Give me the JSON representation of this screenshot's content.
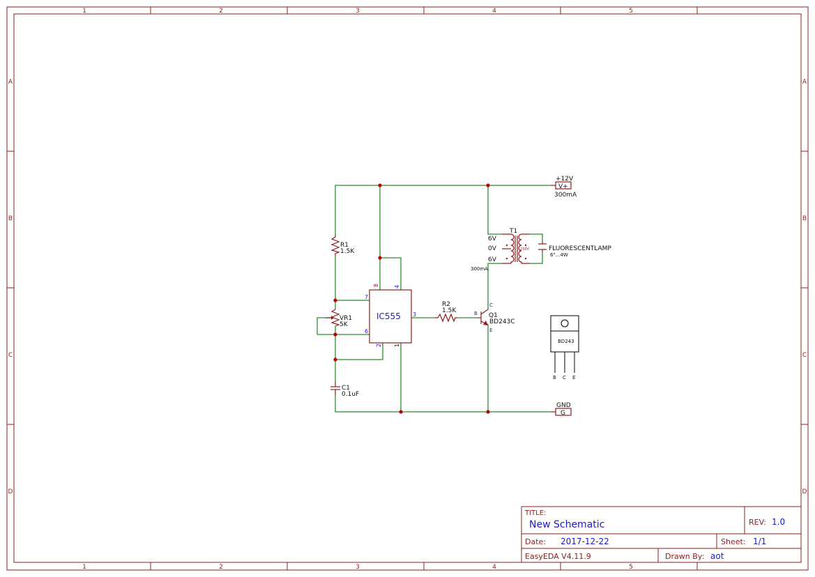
{
  "frame": {
    "columns": [
      "1",
      "2",
      "3",
      "4",
      "5"
    ],
    "rows": [
      "A",
      "B",
      "C",
      "D"
    ]
  },
  "title_block": {
    "title_label": "TITLE:",
    "title_value": "New Schematic",
    "rev_label": "REV:",
    "rev_value": "1.0",
    "date_label": "Date:",
    "date_value": "2017-12-22",
    "sheet_label": "Sheet:",
    "sheet_value": "1/1",
    "tool": "EasyEDA V4.11.9",
    "drawn_by_label": "Drawn By:",
    "drawn_by_value": "aot"
  },
  "power": {
    "vcc_net": "+12V",
    "vcc_symbol": "V+",
    "vcc_current": "300mA",
    "gnd_net": "GND",
    "gnd_symbol": "G"
  },
  "components": {
    "r1": {
      "ref": "R1",
      "value": "1.5K"
    },
    "vr1": {
      "ref": "VR1",
      "value": "5K"
    },
    "c1": {
      "ref": "C1",
      "value": "0.1uF"
    },
    "ic": {
      "name": "IC555",
      "pin_7": "7",
      "pin_6": "6",
      "pin_8": "8",
      "pin_4": "4",
      "pin_2": "2",
      "pin_1": "1",
      "pin_3": "3"
    },
    "r2": {
      "ref": "R2",
      "value": "1.5K"
    },
    "q1": {
      "ref": "Q1",
      "value": "BD243C",
      "pin_b": "B",
      "pin_c": "C",
      "pin_e": "E"
    },
    "t1": {
      "ref": "T1",
      "tap_top": "6V",
      "tap_mid": "0V",
      "tap_bot": "6V",
      "secondary": "230V",
      "current": "300mA"
    },
    "lamp": {
      "name": "FLUORESCENTLAMP",
      "spec": "6\"...4W"
    }
  },
  "package": {
    "name": "BD243",
    "pin_b": "B",
    "pin_c": "C",
    "pin_e": "E"
  }
}
